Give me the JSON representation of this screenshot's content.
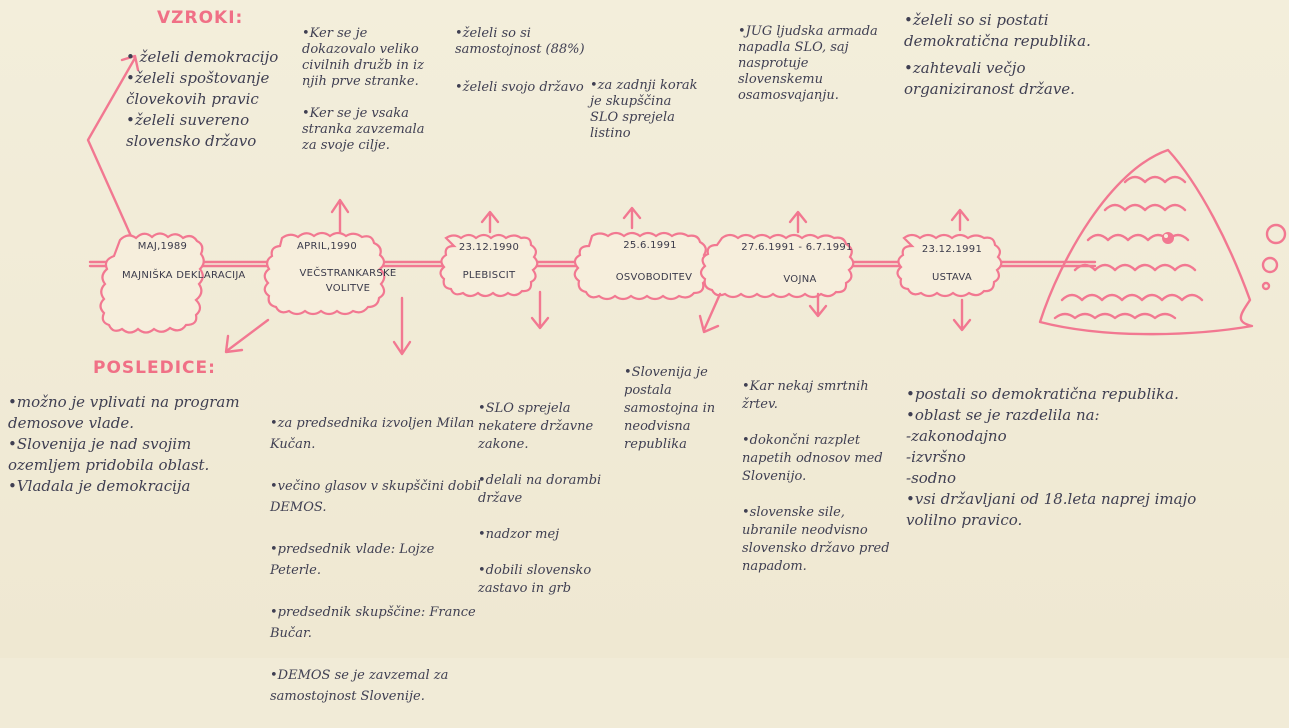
{
  "causes": {
    "heading": "VZROKI:",
    "items": [
      "• želeli demokracijo",
      "•želeli spoštovanje človekovih pravic",
      "•želeli suvereno slovensko državo"
    ]
  },
  "consequences": {
    "heading": "POSLEDICE:"
  },
  "events": [
    {
      "date": "MAJ,1989",
      "name": "MAJNIŠKA DEKLARACIJA",
      "above": [],
      "below": [
        "•možno je vplivati na program demosove vlade.",
        "•Slovenija je nad svojim ozemljem pridobila oblast.",
        "•Vladala je demokracija"
      ]
    },
    {
      "date": "APRIL,1990",
      "name": "VEČSTRANKARSKE VOLITVE",
      "above": [
        "•Ker se je dokazovalo veliko civilnih družb in iz njih prve stranke.",
        "•Ker se je vsaka stranka zavzemala za svoje cilje."
      ],
      "below": [
        "•za predsednika izvoljen Milan Kučan.",
        "•večino glasov v skupščini dobil DEMOS.",
        "•predsednik vlade: Lojze Peterle.",
        "•predsednik skupščine: France Bučar.",
        "•DEMOS se je zavzemal za samostojnost Slovenije."
      ]
    },
    {
      "date": "23.12.1990",
      "name": "PLEBISCIT",
      "above": [
        "•želeli so si samostojnost (88%)",
        "•želeli svojo državo"
      ],
      "below": [
        "•SLO sprejela nekatere državne zakone.",
        "•delali na dorambi države",
        "•nadzor mej",
        "•dobili slovensko zastavo in grb"
      ]
    },
    {
      "date": "25.6.1991",
      "name": "OSVOBODITEV",
      "above": [
        "•za zadnji korak je skupščina SLO sprejela listino"
      ],
      "below": [
        "•Slovenija je postala samostojna in neodvisna republika"
      ]
    },
    {
      "date": "27.6.1991 - 6.7.1991",
      "name": "VOJNA",
      "above": [
        "•JUG ljudska armada napadla SLO, saj nasprotuje slovenskemu osamosvajanju."
      ],
      "below": [
        "•Kar nekaj smrtnih žrtev.",
        "•dokončni razplet napetih odnosov med Slovenijo.",
        "•slovenske sile, ubranile neodvisno slovensko državo pred napadom."
      ]
    },
    {
      "date": "23.12.1991",
      "name": "USTAVA",
      "above": [
        "•želeli so si postati demokratična republika.",
        "•zahtevali večjo organiziranost države."
      ],
      "below": [
        "•postali so demokratična republika.",
        "•oblast se je razdelila na:",
        "-zakonodajno",
        "-izvršno",
        "-sodno",
        "•vsi državljani od 18.leta naprej imajo volilno pravico."
      ]
    }
  ],
  "colors": {
    "ink": "#f27891",
    "paper": "#f1ebd7",
    "text": "#3f3f52"
  }
}
